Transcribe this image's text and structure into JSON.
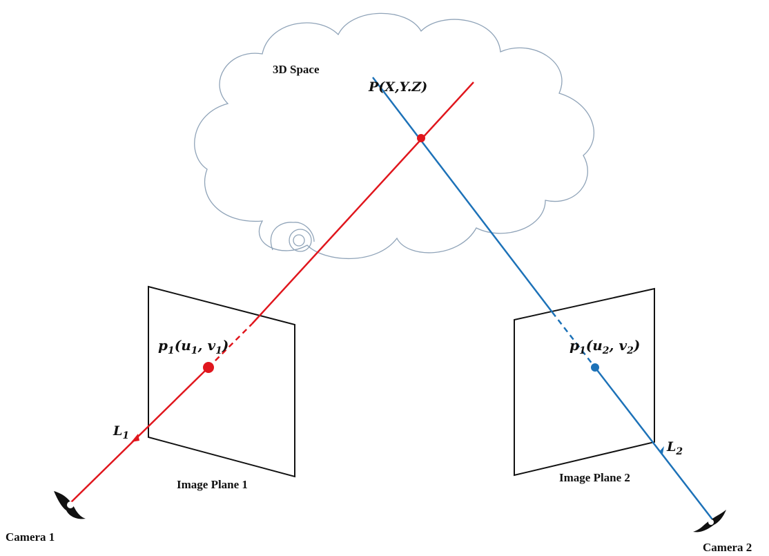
{
  "labels": {
    "space": "3D Space",
    "point_main": "P",
    "point_coords": "(X,Y.Z)",
    "plane1": "Image Plane 1",
    "plane2": "Image Plane 2",
    "camera1": "Camera 1",
    "camera2": "Camera 2",
    "proj1_letter": "p",
    "proj1_sub": "1",
    "proj1_u": "u",
    "proj1_u_sub": "1",
    "proj1_v": "v",
    "proj1_v_sub": "1",
    "proj2_letter": "p",
    "proj2_sub": "1",
    "proj2_u": "u",
    "proj2_u_sub": "2",
    "proj2_v": "v",
    "proj2_v_sub": "2",
    "ray1_letter": "L",
    "ray1_sub": "1",
    "ray2_letter": "L",
    "ray2_sub": "2"
  },
  "colors": {
    "ray1": "#e0161d",
    "ray2": "#1d72b8",
    "cloud": "#8fa3b8",
    "plane": "#111111"
  }
}
